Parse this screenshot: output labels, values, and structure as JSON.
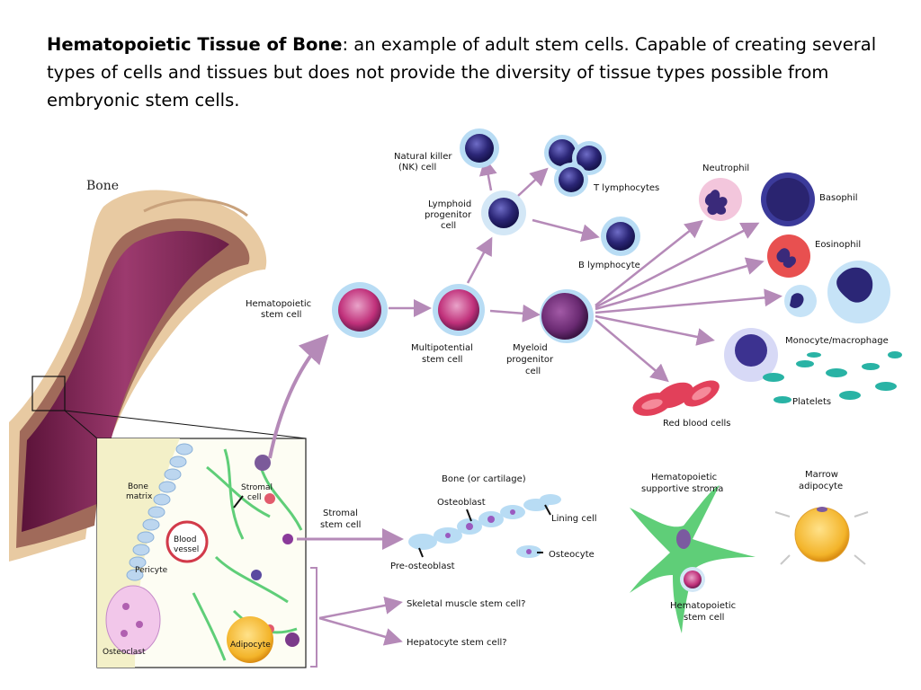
{
  "heading": {
    "bold": "Hematopoietic Tissue of Bone",
    "text": ":  an example of adult stem cells.  Capable of creating several types of cells and tissues but does not provide the diversity of tissue types possible from embryonic stem cells."
  },
  "labels": {
    "bone": "Bone",
    "nk": [
      "Natural killer",
      "(NK) cell"
    ],
    "t_lymphocytes": "T lymphocytes",
    "lymphoid": [
      "Lymphoid",
      "progenitor",
      "cell"
    ],
    "b_lymphocyte": "B lymphocyte",
    "hsc": [
      "Hematopoietic",
      "stem cell"
    ],
    "multipotential": [
      "Multipotential",
      "stem cell"
    ],
    "myeloid": [
      "Myeloid",
      "progenitor",
      "cell"
    ],
    "neutrophil": "Neutrophil",
    "basophil": "Basophil",
    "eosinophil": "Eosinophil",
    "monocyte": "Monocyte/macrophage",
    "platelets": "Platelets",
    "rbc": "Red blood cells",
    "bone_matrix": [
      "Bone",
      "matrix"
    ],
    "stromal_cell": [
      "Stromal",
      "cell"
    ],
    "blood_vessel": [
      "Blood",
      "vessel"
    ],
    "pericyte": "Pericyte",
    "osteoclast": "Osteoclast",
    "adipocyte": "Adipocyte",
    "stromal_stem": [
      "Stromal",
      "stem cell"
    ],
    "bone_cartilage": "Bone (or cartilage)",
    "osteoblast": "Osteoblast",
    "lining_cell": "Lining cell",
    "osteocyte": "Osteocyte",
    "pre_osteoblast": "Pre-osteoblast",
    "skeletal": "Skeletal muscle stem cell?",
    "hepatocyte": "Hepatocyte stem cell?",
    "supportive": [
      "Hematopoietic",
      "supportive stroma"
    ],
    "marrow_adipocyte": [
      "Marrow",
      "adipocyte"
    ],
    "hsc_bottom": [
      "Hematopoietic",
      "stem cell"
    ]
  },
  "colors": {
    "arrow": "#b58ab8",
    "bone_tan": "#e7c9a0",
    "marrow": "#7a2450",
    "hsc": "#c0307a",
    "nucleus": "#2b2676",
    "rbc": "#e2405a",
    "platelet": "#29b3a5",
    "stroma": "#5fce78",
    "adipocyte": "#f3b42a"
  }
}
